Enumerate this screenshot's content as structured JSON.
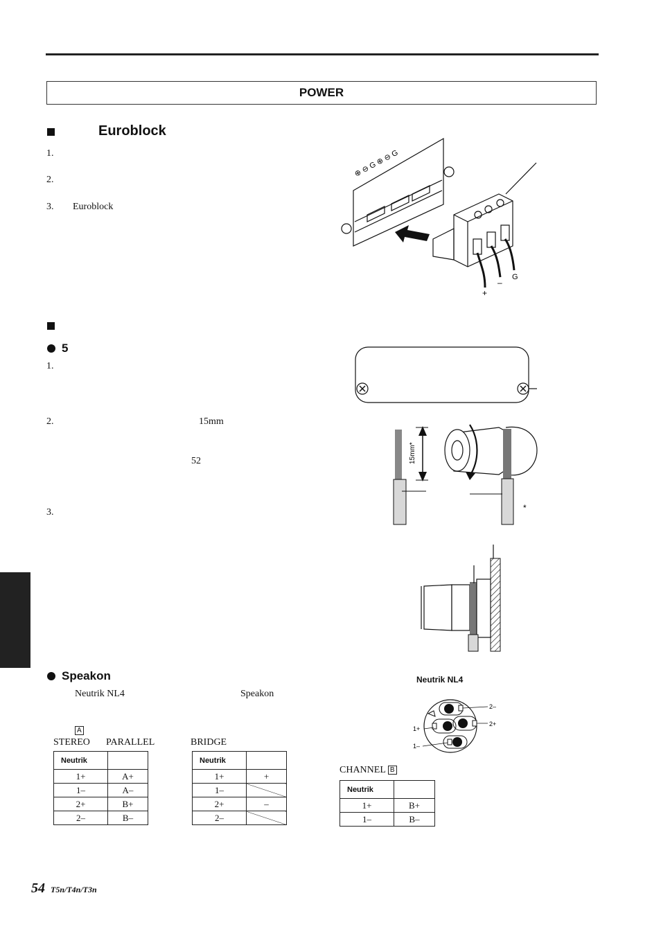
{
  "header": {
    "section_title": "POWER"
  },
  "euroblock": {
    "title": "Euroblock",
    "steps": [
      {
        "num": "1.",
        "text": ""
      },
      {
        "num": "2.",
        "text": ""
      },
      {
        "num": "3.",
        "text": "Euroblock"
      }
    ],
    "figure_labels": {
      "plus": "+",
      "minus": "–",
      "ground": "G",
      "plate_marks": [
        "⊕",
        "⊖",
        "G",
        "⊕",
        "⊖",
        "G"
      ]
    }
  },
  "binding": {
    "subtitle": "5",
    "steps": [
      {
        "num": "1.",
        "text": ""
      },
      {
        "num": "2.",
        "text": "15mm",
        "extra": "52"
      },
      {
        "num": "3.",
        "text": ""
      }
    ],
    "figure_labels": {
      "strip_length": "15mm*",
      "asterisk": "*"
    }
  },
  "speakon": {
    "title": "Speakon",
    "intro_left": "Neutrik NL4",
    "intro_right": "Speakon",
    "connector_title": "Neutrik NL4",
    "pin_labels": [
      "2–",
      "2+",
      "1+",
      "1–"
    ],
    "channel_a_letter": "A",
    "modes_a": [
      "STEREO",
      "PARALLEL"
    ],
    "mode_bridge": "BRIDGE",
    "channel_b_label": "CHANNEL",
    "channel_b_letter": "B",
    "table_header": "Neutrik",
    "table_stereo": [
      [
        "1+",
        "A+"
      ],
      [
        "1–",
        "A–"
      ],
      [
        "2+",
        "B+"
      ],
      [
        "2–",
        "B–"
      ]
    ],
    "table_bridge": [
      [
        "1+",
        "+"
      ],
      [
        "1–",
        ""
      ],
      [
        "2+",
        "–"
      ],
      [
        "2–",
        ""
      ]
    ],
    "table_channel_b": [
      [
        "1+",
        "B+"
      ],
      [
        "1–",
        "B–"
      ]
    ]
  },
  "footer": {
    "page_number": "54",
    "model": "T5n/T4n/T3n"
  }
}
